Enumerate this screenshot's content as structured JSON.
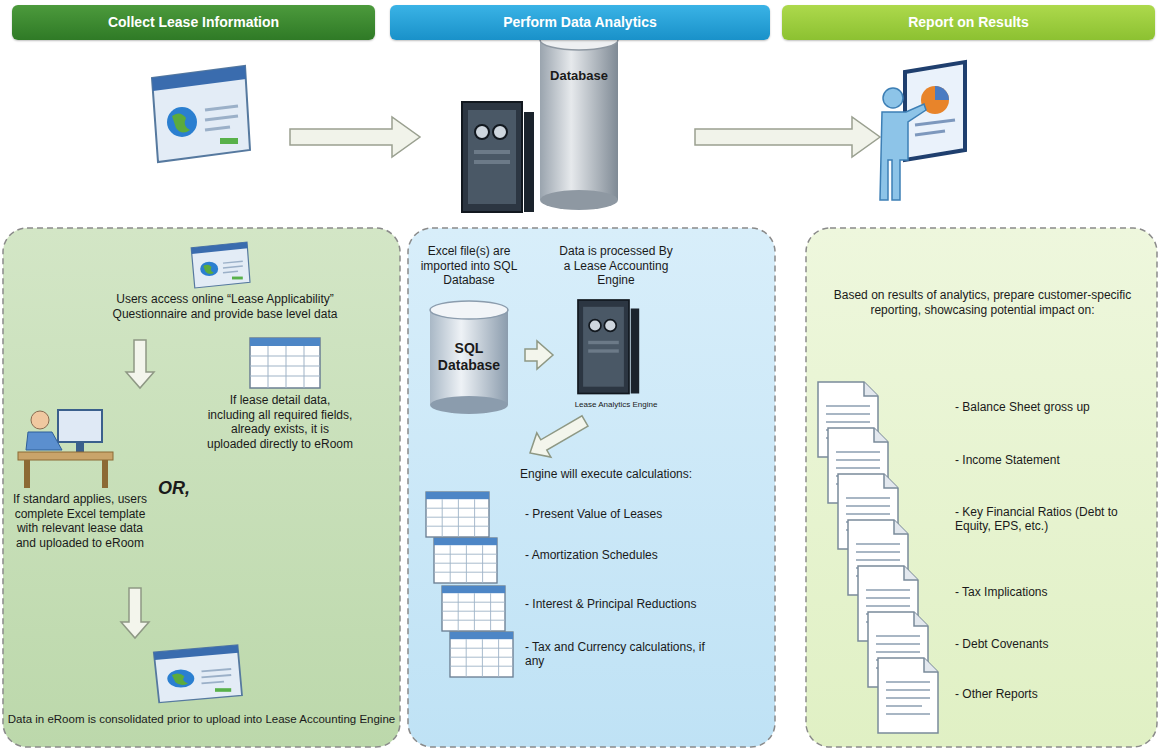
{
  "diagram": {
    "nodes": [
      {
        "text": [
          "Collect Lease Information"
        ]
      },
      {
        "text": [
          "Perform Data Analytics"
        ]
      },
      {
        "text": [
          "Report on Results"
        ]
      },
      {
        "text": [
          "Database"
        ]
      },
      {
        "text": [
          "Users access online “Lease Applicability” Questionnaire and provide base level data"
        ]
      },
      {
        "text": [
          "If standard applies, users complete Excel template with relevant lease data and uploaded to eRoom"
        ]
      },
      {
        "text": [
          "If lease detail data, including all required fields, already exists, it is uploaded directly to eRoom"
        ]
      },
      {
        "text": [
          "Data in eRoom is consolidated prior to upload into Lease Accounting Engine"
        ]
      },
      {
        "text": [
          "Excel file(s) are imported into SQL Database",
          "SQL Database"
        ]
      },
      {
        "text": [
          "Data is processed By a Lease Accounting Engine",
          "Lease Analytics Engine"
        ]
      },
      {
        "text": [
          "Engine will execute calculations:",
          "- Present Value of Leases",
          "- Amortization Schedules",
          "- Interest & Principal Reductions",
          "- Tax and Currency calculations, if any"
        ]
      },
      {
        "text": [
          "Based on results of analytics, prepare customer-specific reporting, showcasing potential impact on:",
          "- Balance Sheet gross up",
          "- Income Statement",
          "- Key Financial Ratios (Debt to Equity, EPS, etc.)",
          "- Tax Implications",
          "- Debt Covenants",
          "- Other Reports"
        ]
      }
    ],
    "edges": [
      {
        "from": 4,
        "to": 5,
        "arrow": "to"
      },
      {
        "from": 5,
        "to": 7,
        "arrow": "to"
      },
      {
        "from": 8,
        "to": 9,
        "arrow": "to"
      },
      {
        "from": 9,
        "to": 10,
        "arrow": "to"
      }
    ],
    "labels": [
      "OR,"
    ]
  }
}
